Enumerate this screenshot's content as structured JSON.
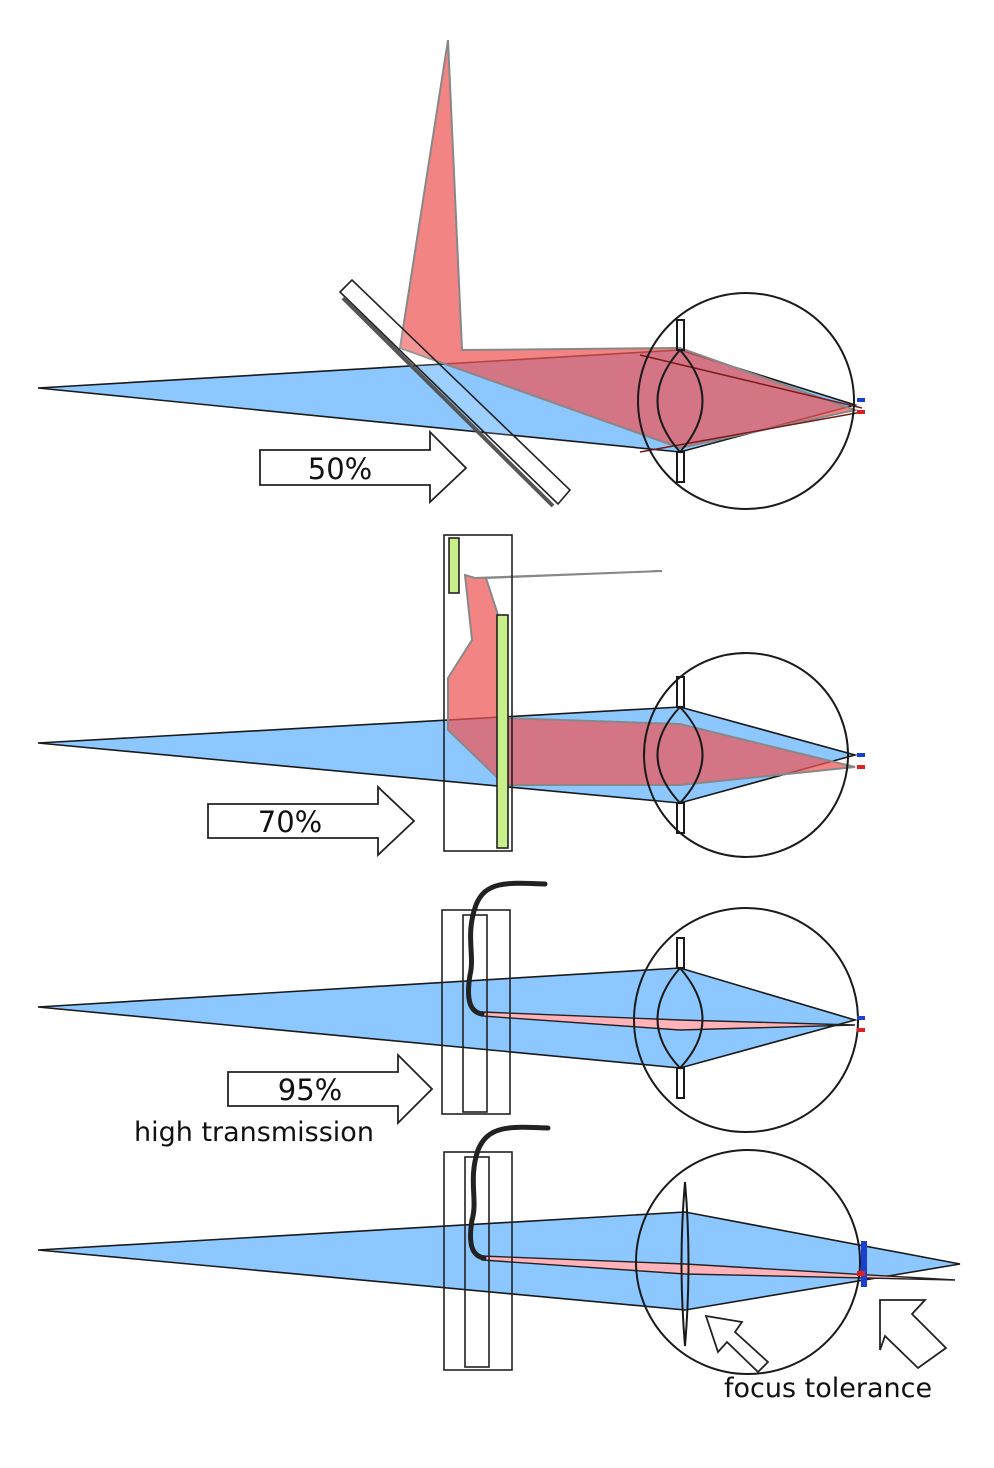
{
  "panels": [
    {
      "id": "beamsplitter",
      "efficiency_label": "50%"
    },
    {
      "id": "waveguide",
      "efficiency_label": "70%"
    },
    {
      "id": "fiber-high-transmission",
      "efficiency_label": "95%",
      "caption": "high transmission"
    },
    {
      "id": "fiber-focus-tolerance",
      "caption": "focus tolerance"
    }
  ],
  "colors": {
    "world_beam": "#8cc8ff",
    "display_beam": "#ee5555",
    "retina_world_mark": "#1a3fd1",
    "retina_display_mark": "#e02020",
    "waveguide_grating": "#c8f08a",
    "fiber": "#222222"
  },
  "icons": [
    "eye-icon",
    "lens-icon",
    "beamsplitter-plate",
    "waveguide-slab",
    "optical-fiber",
    "arrow-right-icon",
    "arrow-up-left-icon"
  ]
}
